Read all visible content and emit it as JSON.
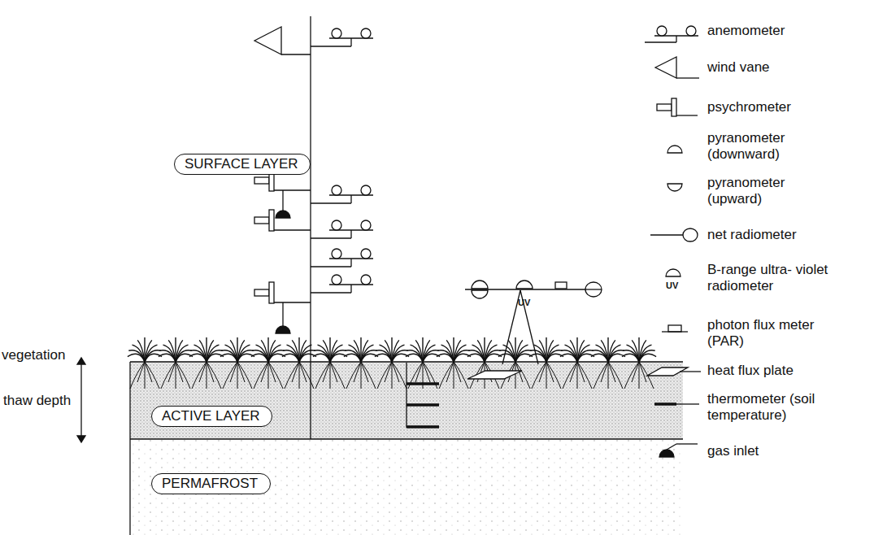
{
  "diagram": {
    "nodes": [
      {
        "text": [
          "SURFACE LAYER"
        ]
      },
      {
        "text": [
          "ACTIVE LAYER"
        ]
      },
      {
        "text": [
          "PERMAFROST"
        ]
      }
    ],
    "labels": [
      "vegetation",
      "thaw depth",
      "UV",
      "UV"
    ],
    "legend": [
      {
        "text": "anemometer"
      },
      {
        "text": "wind vane"
      },
      {
        "text": "psychrometer"
      },
      {
        "text": "pyranometer (downward)"
      },
      {
        "text": "pyranometer (upward)"
      },
      {
        "text": "net radiometer"
      },
      {
        "text": "B-range ultra- violet radiometer"
      },
      {
        "text": "photon flux meter (PAR)"
      },
      {
        "text": "heat flux plate"
      },
      {
        "text": "thermometer (soil temperature)"
      },
      {
        "text": "gas inlet"
      }
    ]
  }
}
